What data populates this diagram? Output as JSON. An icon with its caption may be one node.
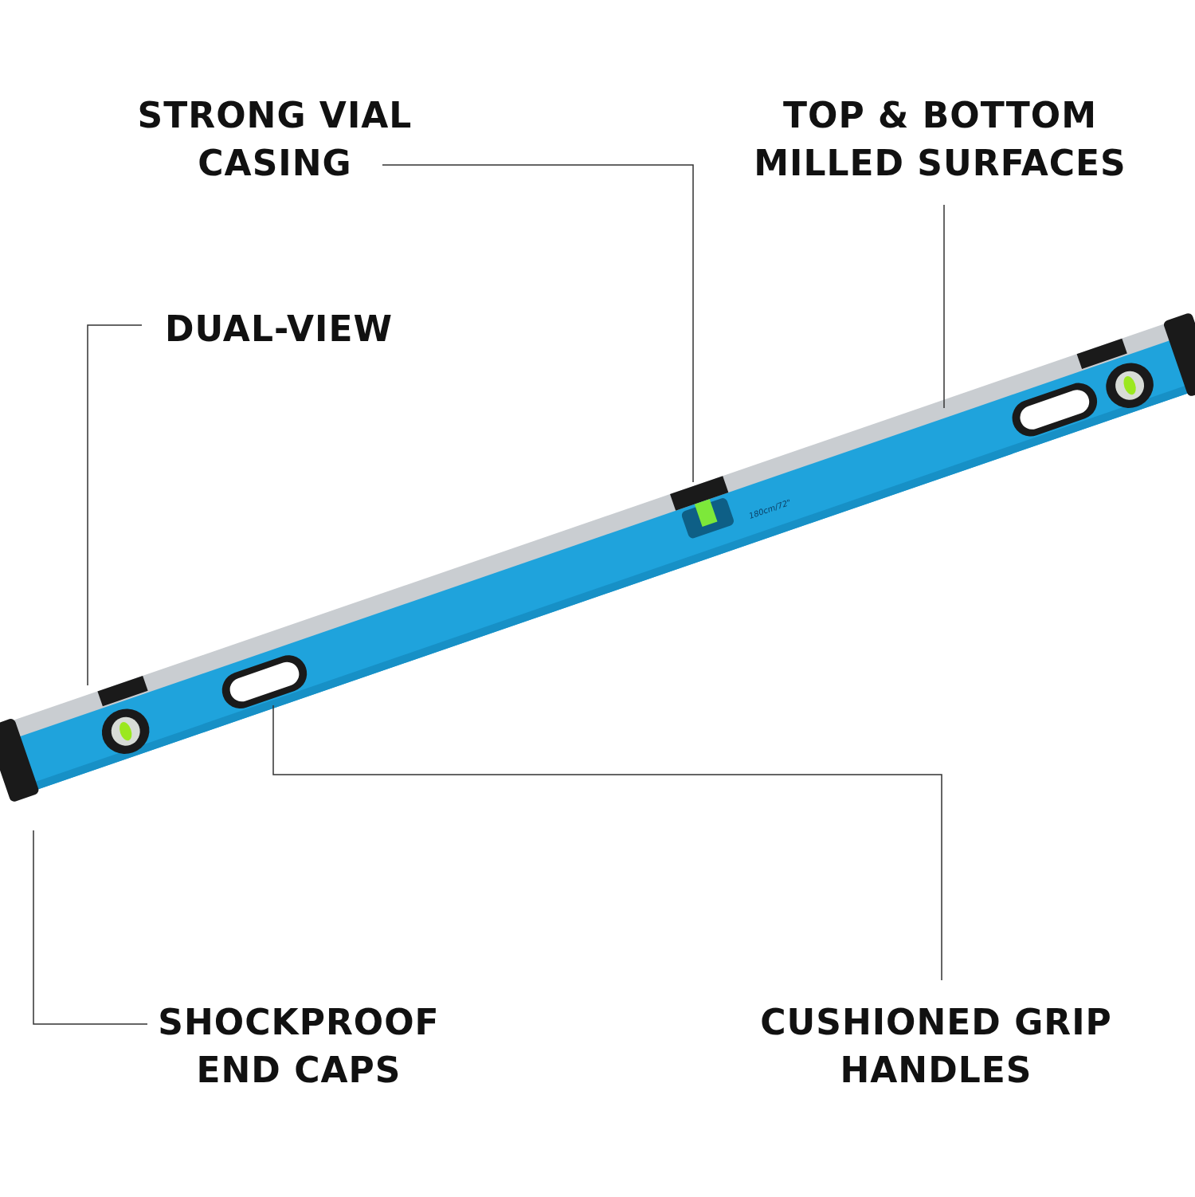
{
  "diagram": {
    "nodes": [
      {
        "text": [
          "STRONG VIAL CASING"
        ]
      },
      {
        "text": [
          "TOP & BOTTOM MILLED SURFACES"
        ]
      },
      {
        "text": [
          "DUAL-VIEW"
        ]
      },
      {
        "text": [
          "SHOCKPROOF END CAPS"
        ]
      },
      {
        "text": [
          "CUSHIONED GRIP HANDLES"
        ]
      }
    ],
    "edges": [
      {
        "from": 0,
        "to": null,
        "arrow": "none"
      },
      {
        "from": 1,
        "to": null,
        "arrow": "none"
      },
      {
        "from": 2,
        "to": null,
        "arrow": "none"
      },
      {
        "from": 3,
        "to": null,
        "arrow": "none"
      },
      {
        "from": 4,
        "to": null,
        "arrow": "none"
      }
    ],
    "labels": [
      "180cm/72\""
    ]
  }
}
